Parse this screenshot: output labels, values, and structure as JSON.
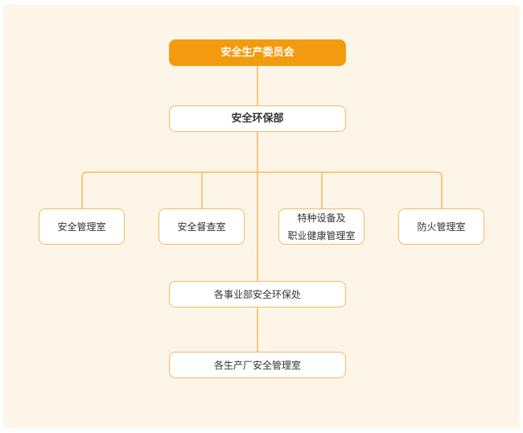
{
  "colors": {
    "background": "#fdf5e8",
    "accent": "#f39b0f",
    "border": "#f4ba5e",
    "text": "#333333"
  },
  "org": {
    "root": "安全生产委员会",
    "department": "安全环保部",
    "offices": [
      {
        "lines": [
          "安全管理室"
        ]
      },
      {
        "lines": [
          "安全督查室"
        ]
      },
      {
        "lines": [
          "特种设备及",
          "职业健康管理室"
        ]
      },
      {
        "lines": [
          "防火管理室"
        ]
      }
    ],
    "business_units": "各事业部安全环保处",
    "plants": "各生产厂安全管理室"
  }
}
